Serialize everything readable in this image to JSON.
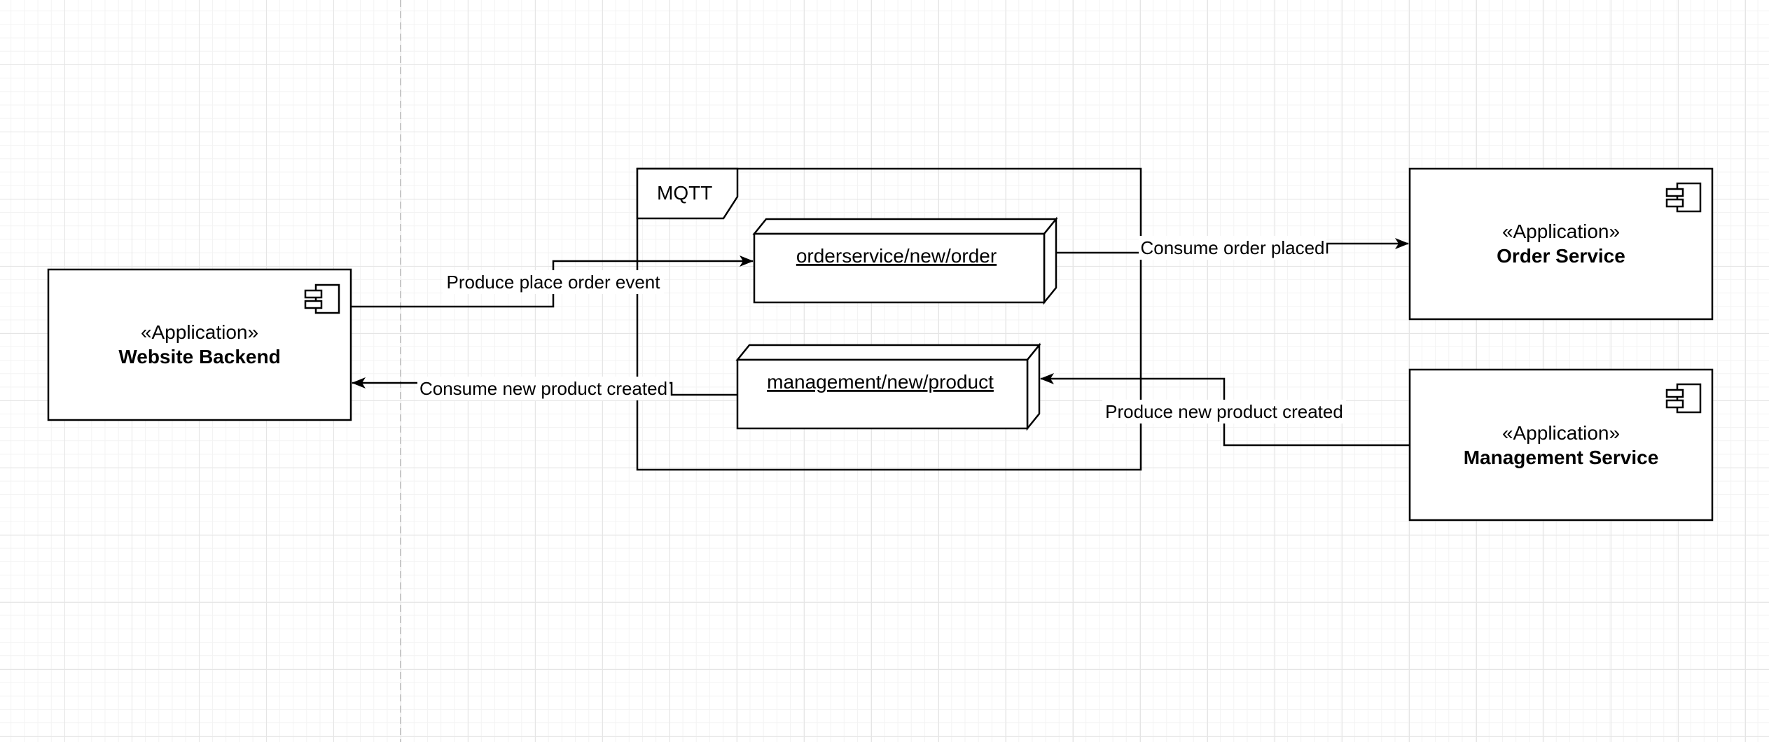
{
  "diagram": {
    "frame": {
      "label": "MQTT"
    },
    "components": [
      {
        "stereotype": "«Application»",
        "name": "Website Backend",
        "icon": "component-icon"
      },
      {
        "stereotype": "«Application»",
        "name": "Order Service",
        "icon": "component-icon"
      },
      {
        "stereotype": "«Application»",
        "name": "Management Service",
        "icon": "component-icon"
      }
    ],
    "topics": [
      {
        "name": "orderservice/new/order"
      },
      {
        "name": "management/new/product"
      }
    ],
    "edges": [
      {
        "label": "Produce place order event"
      },
      {
        "label": "Consume order placed"
      },
      {
        "label": "Consume new product created"
      },
      {
        "label": "Produce new product created"
      }
    ]
  }
}
